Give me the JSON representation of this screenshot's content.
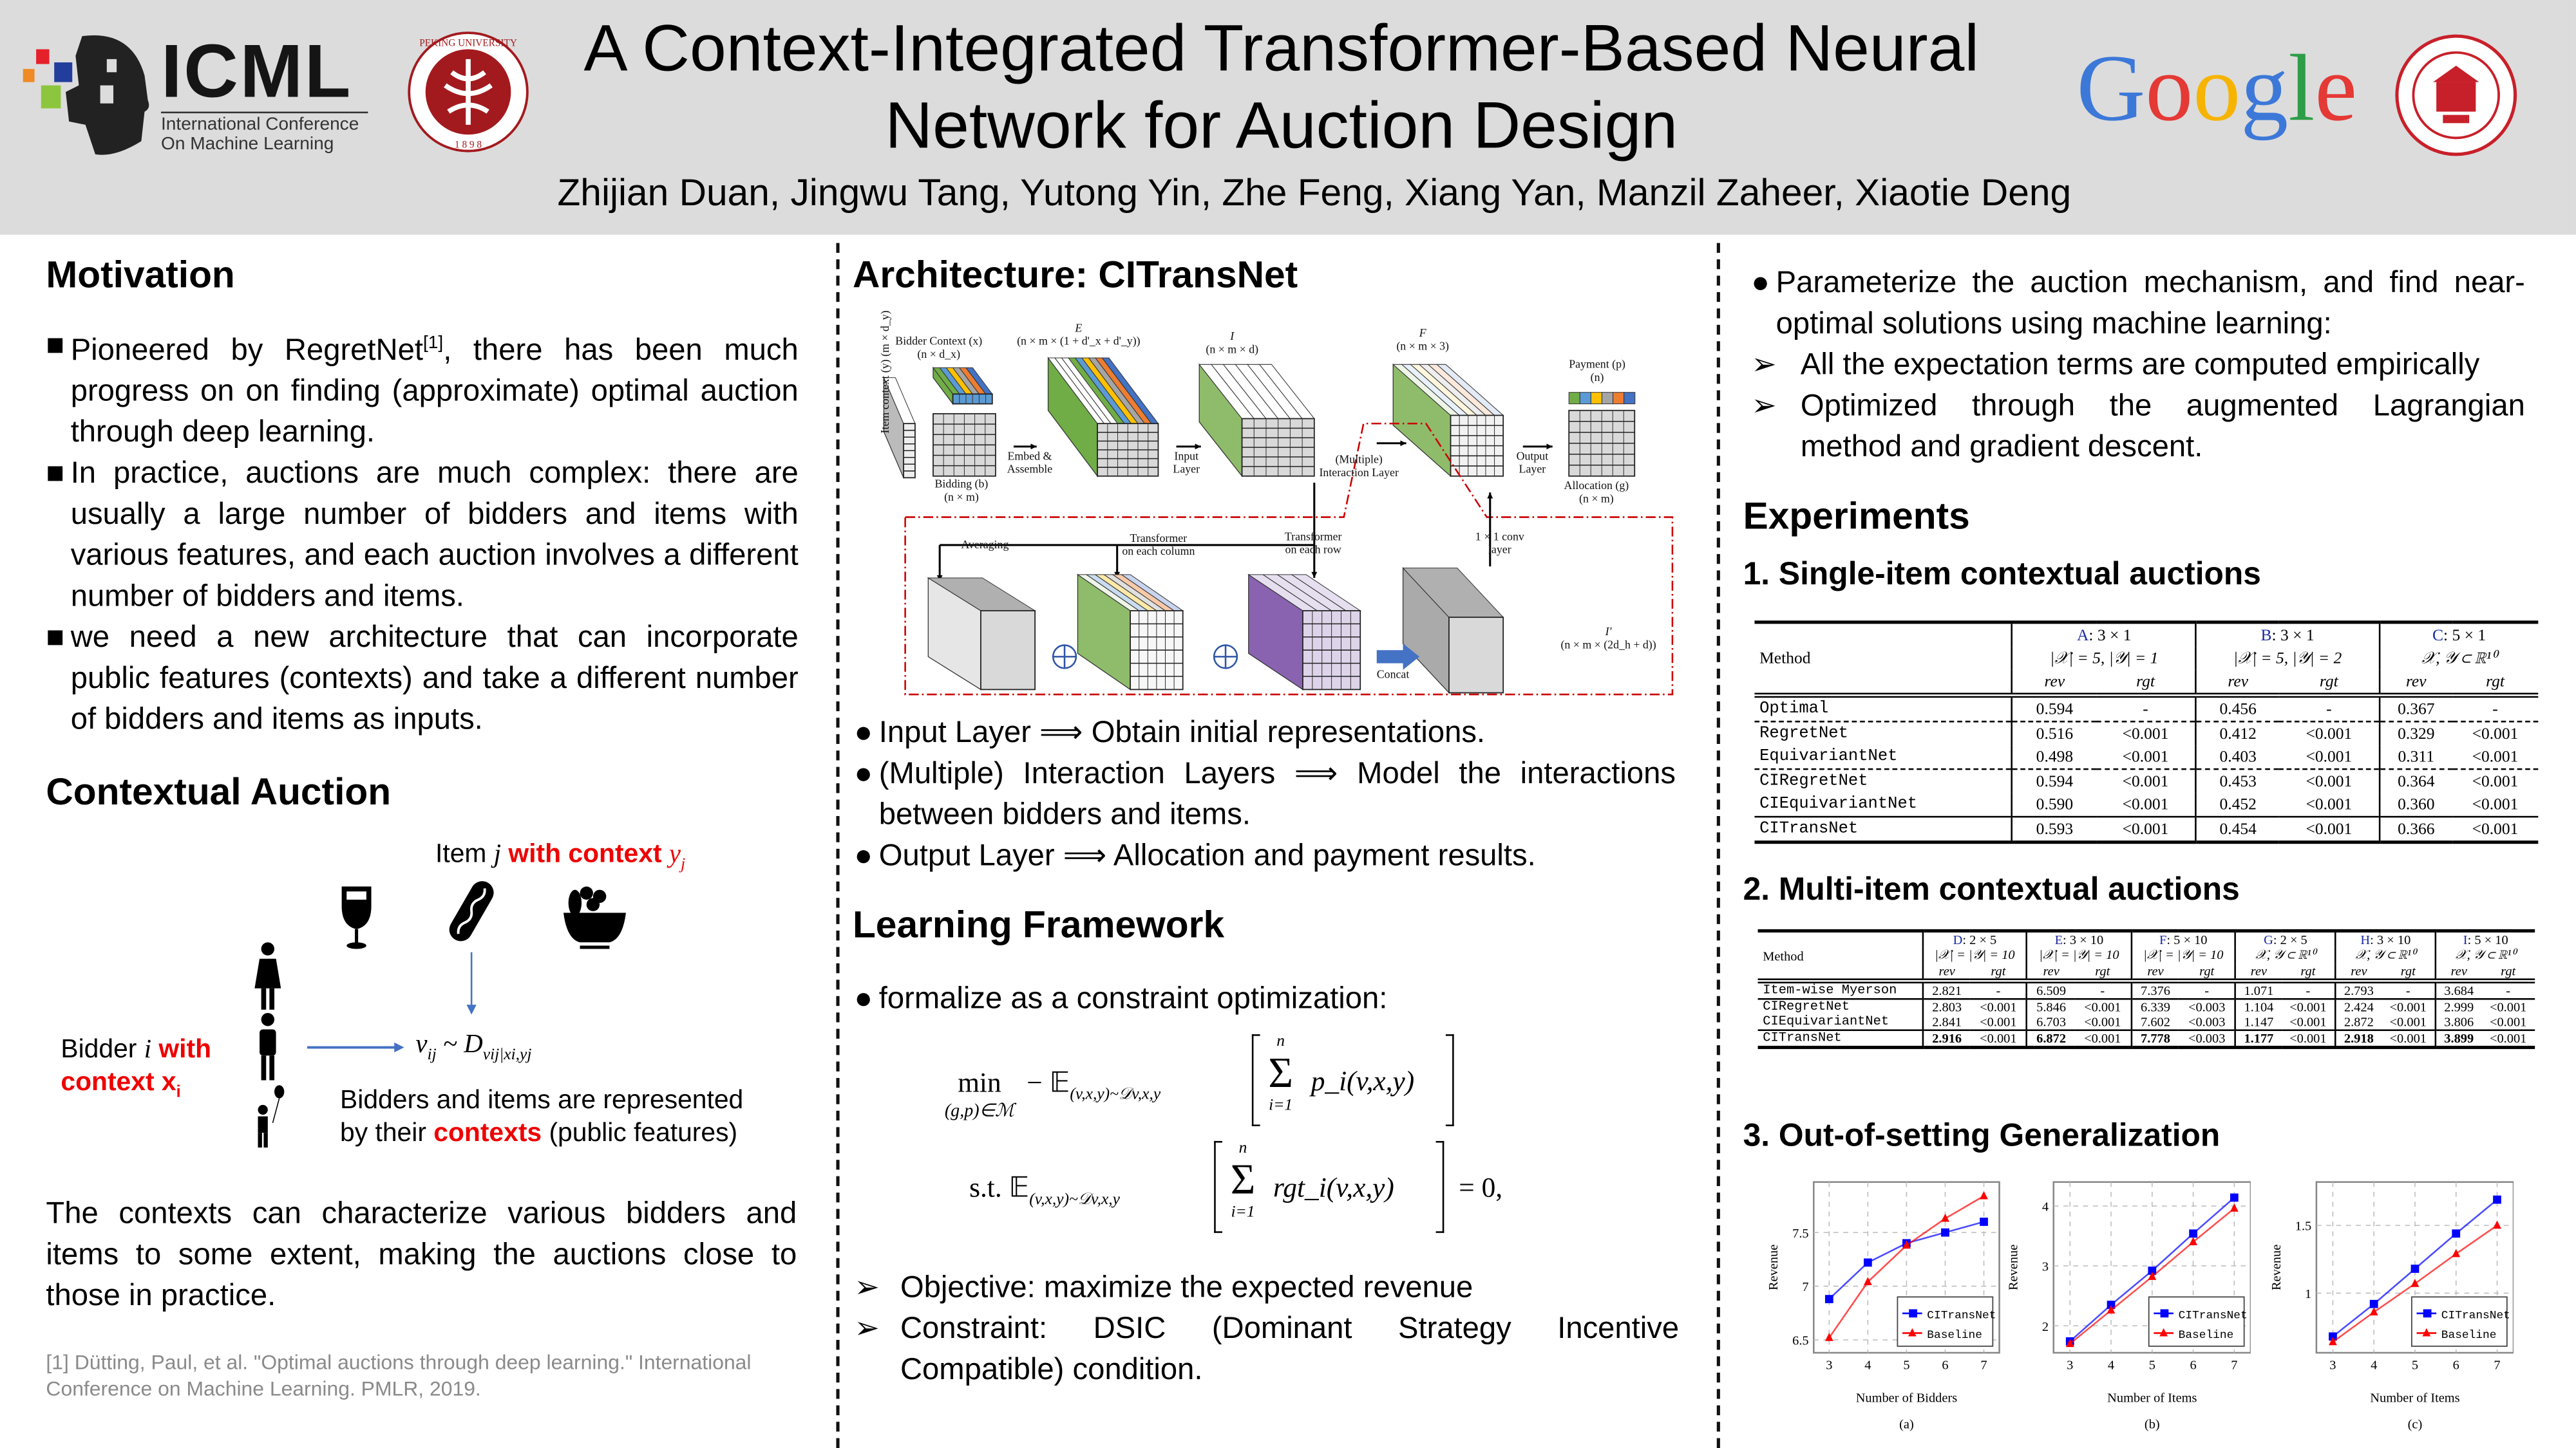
{
  "header": {
    "title_line1": "A Context-Integrated Transformer-Based Neural",
    "title_line2": "Network for Auction Design",
    "authors": "Zhijian Duan, Jingwu Tang, Yutong Yin, Zhe Feng,  Xiang Yan, Manzil Zaheer, Xiaotie Deng",
    "icml": {
      "name": "ICML",
      "sub1": "International Conference",
      "sub2": "On Machine Learning"
    },
    "pku_seal": {
      "top": "PEKING UNIVERSITY",
      "year": "1898"
    },
    "google": "Google"
  },
  "motivation": {
    "heading": "Motivation",
    "b1_pre": "Pioneered by RegretNet",
    "b1_sup": "[1]",
    "b1_post": ", there has been much progress on on finding (approximate) optimal auction through deep learning.",
    "b2": "In practice, auctions are much complex: there are usually a large number of bidders and items with various features, and each auction involves a different number of bidders and items.",
    "b3": "we need a new architecture that can incorporate public features (contexts) and take a different number of bidders and items as inputs."
  },
  "contextual": {
    "heading": "Contextual Auction",
    "item_pre": "Item ",
    "item_var": "j",
    "item_red": " with context ",
    "item_redvar": "y",
    "item_sub": "j",
    "bidder_pre": "Bidder ",
    "bidder_var": "i",
    "bidder_red1": " with",
    "bidder_red2": "context x",
    "bidder_sub": "i",
    "value_formula": "v",
    "value_sub": "ij",
    "value_tilde": " ~ D",
    "value_dsub": "vij|xi,yj",
    "repr_line1": "Bidders and items are represented",
    "repr_pre": "by their ",
    "repr_red": "contexts",
    "repr_post": " (public features)",
    "paragraph": "The contexts can characterize various bidders and items to some extent, making the auctions close to those in practice.",
    "footnote": "[1] Dütting, Paul, et al. \"Optimal auctions through deep learning.\" International Conference on Machine Learning. PMLR, 2019."
  },
  "architecture": {
    "heading": "Architecture: CITransNet",
    "diagram": {
      "item_context": "Item context (y)",
      "item_context_dim": "(m × d_y)",
      "bidder_context": "Bidder Context (x)",
      "bidder_context_dim": "(n × d_x)",
      "bidding": "Bidding (b)",
      "bidding_dim": "(n × m)",
      "e": "E",
      "e_dim": "(n × m × (1 + d'_x + d'_y))",
      "embed": "Embed &",
      "assemble": "Assemble",
      "i": "I",
      "i_dim": "(n × m × d)",
      "input": "Input",
      "layer": "Layer",
      "f": "F",
      "f_dim": "(n × m × 3)",
      "multiple": "(Multiple)",
      "interaction": "Interaction Layer",
      "output": "Output",
      "output_layer": "Layer",
      "payment": "Payment (p)",
      "payment_dim": "(n)",
      "allocation": "Allocation (g)",
      "allocation_dim": "(n × m)",
      "averaging": "Averaging",
      "tcol1": "Transformer",
      "tcol2": "on each column",
      "trow1": "Transformer",
      "trow2": "on each row",
      "conv1": "1 × 1 conv",
      "conv2": "layer",
      "concat": "Concat",
      "iprime": "I'",
      "iprime_dim": "(n × m × (2d_h + d))"
    },
    "b1": "Input Layer ⟹ Obtain initial representations.",
    "b2": "(Multiple) Interaction Layers ⟹ Model the interactions between bidders and items.",
    "b3": "Output Layer ⟹ Allocation and payment results."
  },
  "learning": {
    "heading": "Learning Framework",
    "b1": "formalize as a constraint optimization:",
    "min": "min",
    "min_sub": "(g,p)∈ℳ",
    "neg_e": "− 𝔼",
    "e_sub": "(v,x,y)~𝒟v,x,y",
    "sum_top": "n",
    "sum_bot": "i=1",
    "obj_term": "p_i(v,x,y)",
    "st": "s.t. 𝔼",
    "con_term": "rgt_i(v,x,y)",
    "eq": "= 0,",
    "a1": "Objective: maximize the expected revenue",
    "a2": "Constraint: DSIC (Dominant Strategy Incentive Compatible) condition."
  },
  "right": {
    "b1": "Parameterize the auction mechanism, and find near-optimal solutions using machine learning:",
    "a1": "All the expectation terms are computed empirically",
    "a2": "Optimized through the augmented Lagrangian method and gradient descent.",
    "experiments": "Experiments",
    "s1": "1. Single-item contextual auctions",
    "s2": "2. Multi-item contextual auctions",
    "s3": "3. Out-of-setting Generalization"
  },
  "table1": {
    "method": "Method",
    "rev": "rev",
    "rgt": "rgt",
    "groups": [
      {
        "id": "A",
        "size": ": 3 × 1",
        "cond": "|𝒳| = 5, |𝒴| = 1"
      },
      {
        "id": "B",
        "size": ": 3 × 1",
        "cond": "|𝒳| = 5, |𝒴| = 2"
      },
      {
        "id": "C",
        "size": ": 5 × 1",
        "cond": "𝒳, 𝒴 ⊂ ℝ¹⁰"
      }
    ],
    "rows": [
      {
        "sep": "dbl",
        "name": "Optimal",
        "vals": [
          "0.594",
          "-",
          "0.456",
          "-",
          "0.367",
          "-"
        ]
      },
      {
        "sep": "dsh",
        "name": "RegretNet",
        "vals": [
          "0.516",
          "<0.001",
          "0.412",
          "<0.001",
          "0.329",
          "<0.001"
        ]
      },
      {
        "sep": "",
        "name": "EquivariantNet",
        "vals": [
          "0.498",
          "<0.001",
          "0.403",
          "<0.001",
          "0.311",
          "<0.001"
        ]
      },
      {
        "sep": "dsh",
        "name": "CIRegretNet",
        "vals": [
          "0.594",
          "<0.001",
          "0.453",
          "<0.001",
          "0.364",
          "<0.001"
        ]
      },
      {
        "sep": "",
        "name": "CIEquivariantNet",
        "vals": [
          "0.590",
          "<0.001",
          "0.452",
          "<0.001",
          "0.360",
          "<0.001"
        ]
      },
      {
        "sep": "sol",
        "name": "CITransNet",
        "vals": [
          "0.593",
          "<0.001",
          "0.454",
          "<0.001",
          "0.366",
          "<0.001"
        ]
      }
    ]
  },
  "table2": {
    "method": "Method",
    "rev": "rev",
    "rgt": "rgt",
    "groups": [
      {
        "id": "D",
        "size": ": 2 × 5",
        "cond": "|𝒳| = |𝒴| = 10"
      },
      {
        "id": "E",
        "size": ": 3 × 10",
        "cond": "|𝒳| = |𝒴| = 10"
      },
      {
        "id": "F",
        "size": ": 5 × 10",
        "cond": "|𝒳| = |𝒴| = 10"
      },
      {
        "id": "G",
        "size": ": 2 × 5",
        "cond": "𝒳, 𝒴 ⊂ ℝ¹⁰"
      },
      {
        "id": "H",
        "size": ": 3 × 10",
        "cond": "𝒳, 𝒴 ⊂ ℝ¹⁰"
      },
      {
        "id": "I",
        "size": ": 5 × 10",
        "cond": "𝒳, 𝒴 ⊂ ℝ¹⁰"
      }
    ],
    "rows": [
      {
        "sep": "dbl",
        "name": "Item-wise Myerson",
        "vals": [
          "2.821",
          "-",
          "6.509",
          "-",
          "7.376",
          "-",
          "1.071",
          "-",
          "2.793",
          "-",
          "3.684",
          "-"
        ]
      },
      {
        "sep": "sol",
        "name": "CIRegretNet",
        "vals": [
          "2.803",
          "<0.001",
          "5.846",
          "<0.001",
          "6.339",
          "<0.003",
          "1.104",
          "<0.001",
          "2.424",
          "<0.001",
          "2.999",
          "<0.001"
        ]
      },
      {
        "sep": "",
        "name": "CIEquivariantNet",
        "vals": [
          "2.841",
          "<0.001",
          "6.703",
          "<0.001",
          "7.602",
          "<0.003",
          "1.147",
          "<0.001",
          "2.872",
          "<0.001",
          "3.806",
          "<0.001"
        ]
      },
      {
        "sep": "sol",
        "bold": true,
        "name": "CITransNet",
        "vals": [
          "2.916",
          "<0.001",
          "6.872",
          "<0.001",
          "7.778",
          "<0.003",
          "1.177",
          "<0.001",
          "2.918",
          "<0.001",
          "3.899",
          "<0.001"
        ]
      }
    ]
  },
  "chart_data": [
    {
      "type": "line",
      "caption": "(a)",
      "xlabel": "Number of Bidders",
      "ylabel": "Revenue",
      "x": [
        3,
        4,
        5,
        6,
        7
      ],
      "xlim": [
        2.6,
        7.4
      ],
      "ylim": [
        6.38,
        7.97
      ],
      "yticks": [
        6.5,
        7,
        7.5
      ],
      "ytick_labels": [
        "6.5",
        "7",
        "7.5"
      ],
      "grid": true,
      "legend": "bottom-right",
      "series": [
        {
          "name": "CITransNet",
          "color": "#0000ff",
          "marker": "square",
          "values": [
            6.88,
            7.22,
            7.4,
            7.5,
            7.6
          ]
        },
        {
          "name": "Baseline",
          "color": "#ff0000",
          "marker": "triangle",
          "values": [
            6.52,
            7.04,
            7.38,
            7.63,
            7.84
          ]
        }
      ]
    },
    {
      "type": "line",
      "caption": "(b)",
      "xlabel": "Number of Items",
      "ylabel": "Revenue",
      "x": [
        3,
        4,
        5,
        6,
        7
      ],
      "xlim": [
        2.6,
        7.4
      ],
      "ylim": [
        1.55,
        4.4
      ],
      "yticks": [
        2,
        3,
        4
      ],
      "ytick_labels": [
        "2",
        "3",
        "4"
      ],
      "grid": true,
      "legend": "bottom-right",
      "series": [
        {
          "name": "CITransNet",
          "color": "#0000ff",
          "marker": "square",
          "values": [
            1.74,
            2.35,
            2.92,
            3.54,
            4.14
          ]
        },
        {
          "name": "Baseline",
          "color": "#ff0000",
          "marker": "triangle",
          "values": [
            1.7,
            2.26,
            2.82,
            3.4,
            3.96
          ]
        }
      ]
    },
    {
      "type": "line",
      "caption": "(c)",
      "xlabel": "Number of Items",
      "ylabel": "Revenue",
      "x": [
        3,
        4,
        5,
        6,
        7
      ],
      "xlim": [
        2.6,
        7.4
      ],
      "ylim": [
        0.56,
        1.82
      ],
      "yticks": [
        1,
        1.5
      ],
      "ytick_labels": [
        "1",
        "1.5"
      ],
      "grid": true,
      "legend": "bottom-right",
      "series": [
        {
          "name": "CITransNet",
          "color": "#0000ff",
          "marker": "square",
          "values": [
            0.68,
            0.92,
            1.18,
            1.44,
            1.69
          ]
        },
        {
          "name": "Baseline",
          "color": "#ff0000",
          "marker": "triangle",
          "values": [
            0.64,
            0.86,
            1.07,
            1.29,
            1.5
          ]
        }
      ]
    }
  ]
}
